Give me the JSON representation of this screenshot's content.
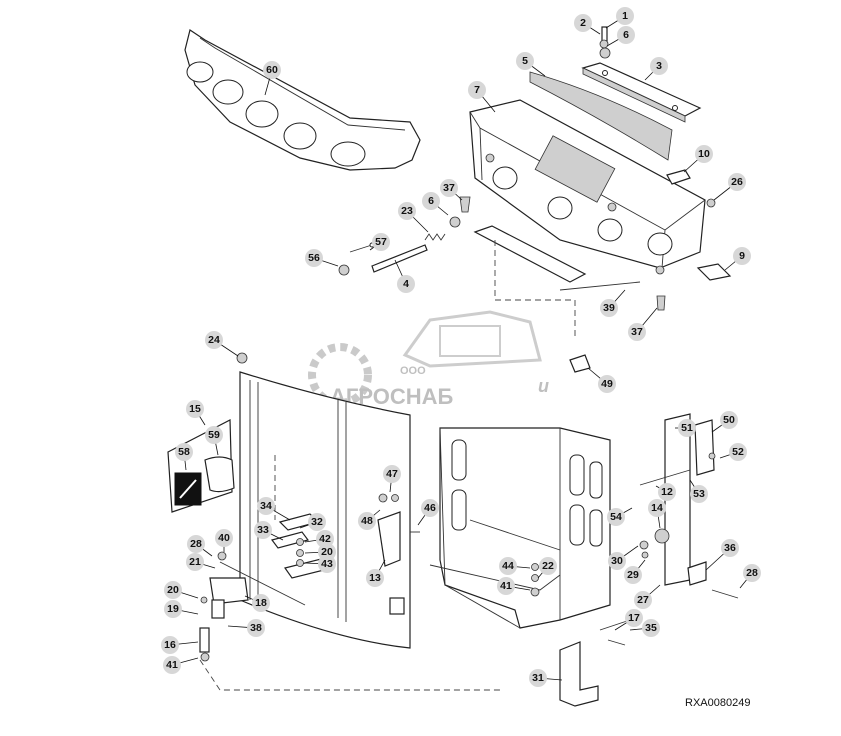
{
  "diagram": {
    "ref_code": "RXA0080249",
    "watermark": {
      "company": "ООО",
      "name": "АГРОСНАБ",
      "suffix": "u"
    },
    "callouts": [
      {
        "label": "1"
      },
      {
        "label": "2"
      },
      {
        "label": "6"
      },
      {
        "label": "5"
      },
      {
        "label": "3"
      },
      {
        "label": "7"
      },
      {
        "label": "60"
      },
      {
        "label": "10"
      },
      {
        "label": "26"
      },
      {
        "label": "37"
      },
      {
        "label": "6"
      },
      {
        "label": "23"
      },
      {
        "label": "57"
      },
      {
        "label": "56"
      },
      {
        "label": "4"
      },
      {
        "label": "9"
      },
      {
        "label": "39"
      },
      {
        "label": "37"
      },
      {
        "label": "24"
      },
      {
        "label": "49"
      },
      {
        "label": "15"
      },
      {
        "label": "59"
      },
      {
        "label": "58"
      },
      {
        "label": "47"
      },
      {
        "label": "48"
      },
      {
        "label": "34"
      },
      {
        "label": "32"
      },
      {
        "label": "33"
      },
      {
        "label": "42"
      },
      {
        "label": "20"
      },
      {
        "label": "43"
      },
      {
        "label": "46"
      },
      {
        "label": "13"
      },
      {
        "label": "28"
      },
      {
        "label": "40"
      },
      {
        "label": "21"
      },
      {
        "label": "20"
      },
      {
        "label": "19"
      },
      {
        "label": "18"
      },
      {
        "label": "38"
      },
      {
        "label": "16"
      },
      {
        "label": "41"
      },
      {
        "label": "44"
      },
      {
        "label": "22"
      },
      {
        "label": "41"
      },
      {
        "label": "51"
      },
      {
        "label": "50"
      },
      {
        "label": "52"
      },
      {
        "label": "53"
      },
      {
        "label": "12"
      },
      {
        "label": "54"
      },
      {
        "label": "14"
      },
      {
        "label": "30"
      },
      {
        "label": "29"
      },
      {
        "label": "36"
      },
      {
        "label": "28"
      },
      {
        "label": "27"
      },
      {
        "label": "17"
      },
      {
        "label": "35"
      },
      {
        "label": "31"
      }
    ]
  }
}
